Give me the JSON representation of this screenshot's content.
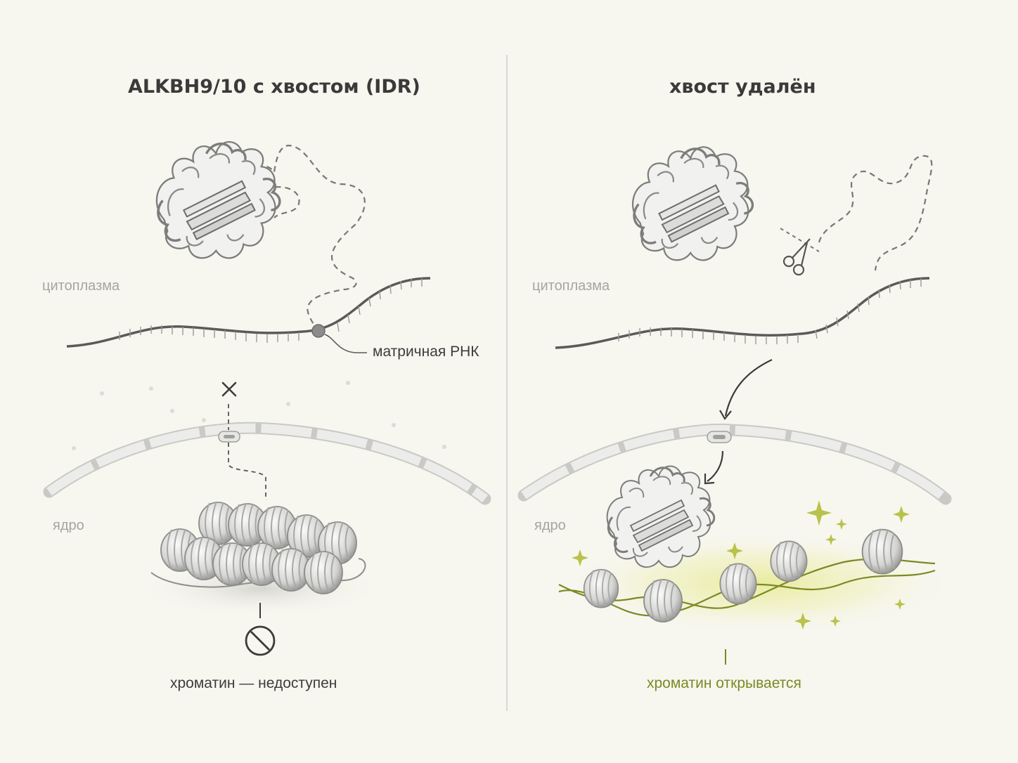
{
  "left_panel": {
    "title": "ALKBH9/10 с хвостом (IDR)",
    "region_cytoplasm": "цитоплазма",
    "region_nucleus": "ядро",
    "mrna_label": "матричная РНК",
    "chromatin_status": "хроматин — недоступен"
  },
  "right_panel": {
    "title": "хвост удалён",
    "region_cytoplasm": "цитоплазма",
    "region_nucleus": "ядро",
    "chromatin_status": "хроматин открывается"
  },
  "colors": {
    "background": "#f7f6ef",
    "ink": "#3a3a3a",
    "muted_label": "#a5a5a2",
    "open_accent": "#7b8a22",
    "glow": "#e9ec9a"
  }
}
